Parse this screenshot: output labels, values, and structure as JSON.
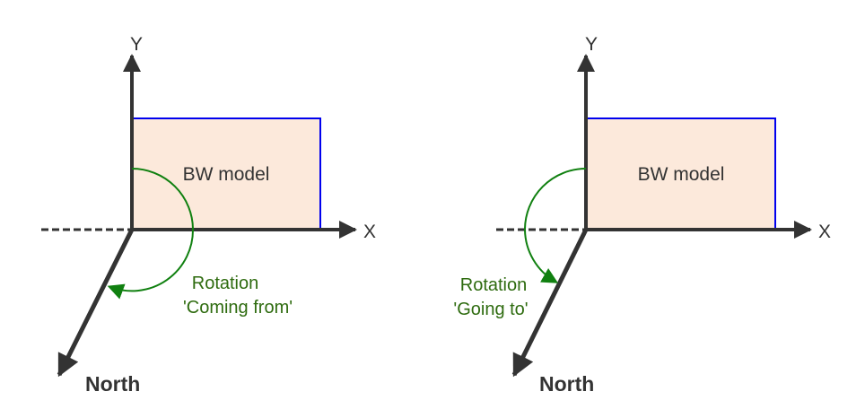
{
  "colors": {
    "axis": "#333333",
    "model_fill": "#fce9db",
    "model_stroke": "#0000ee",
    "rotation": "#108010",
    "rotation_text": "#2e6b0f"
  },
  "diagrams": [
    {
      "id": "coming-from",
      "y_axis_label": "Y",
      "x_axis_label": "X",
      "model_label": "BW model",
      "rotation_line1": "Rotation",
      "rotation_line2": "'Coming from'",
      "north_label": "North",
      "rotation_direction": "clockwise"
    },
    {
      "id": "going-to",
      "y_axis_label": "Y",
      "x_axis_label": "X",
      "model_label": "BW model",
      "rotation_line1": "Rotation",
      "rotation_line2": "'Going to'",
      "north_label": "North",
      "rotation_direction": "counterclockwise"
    }
  ]
}
